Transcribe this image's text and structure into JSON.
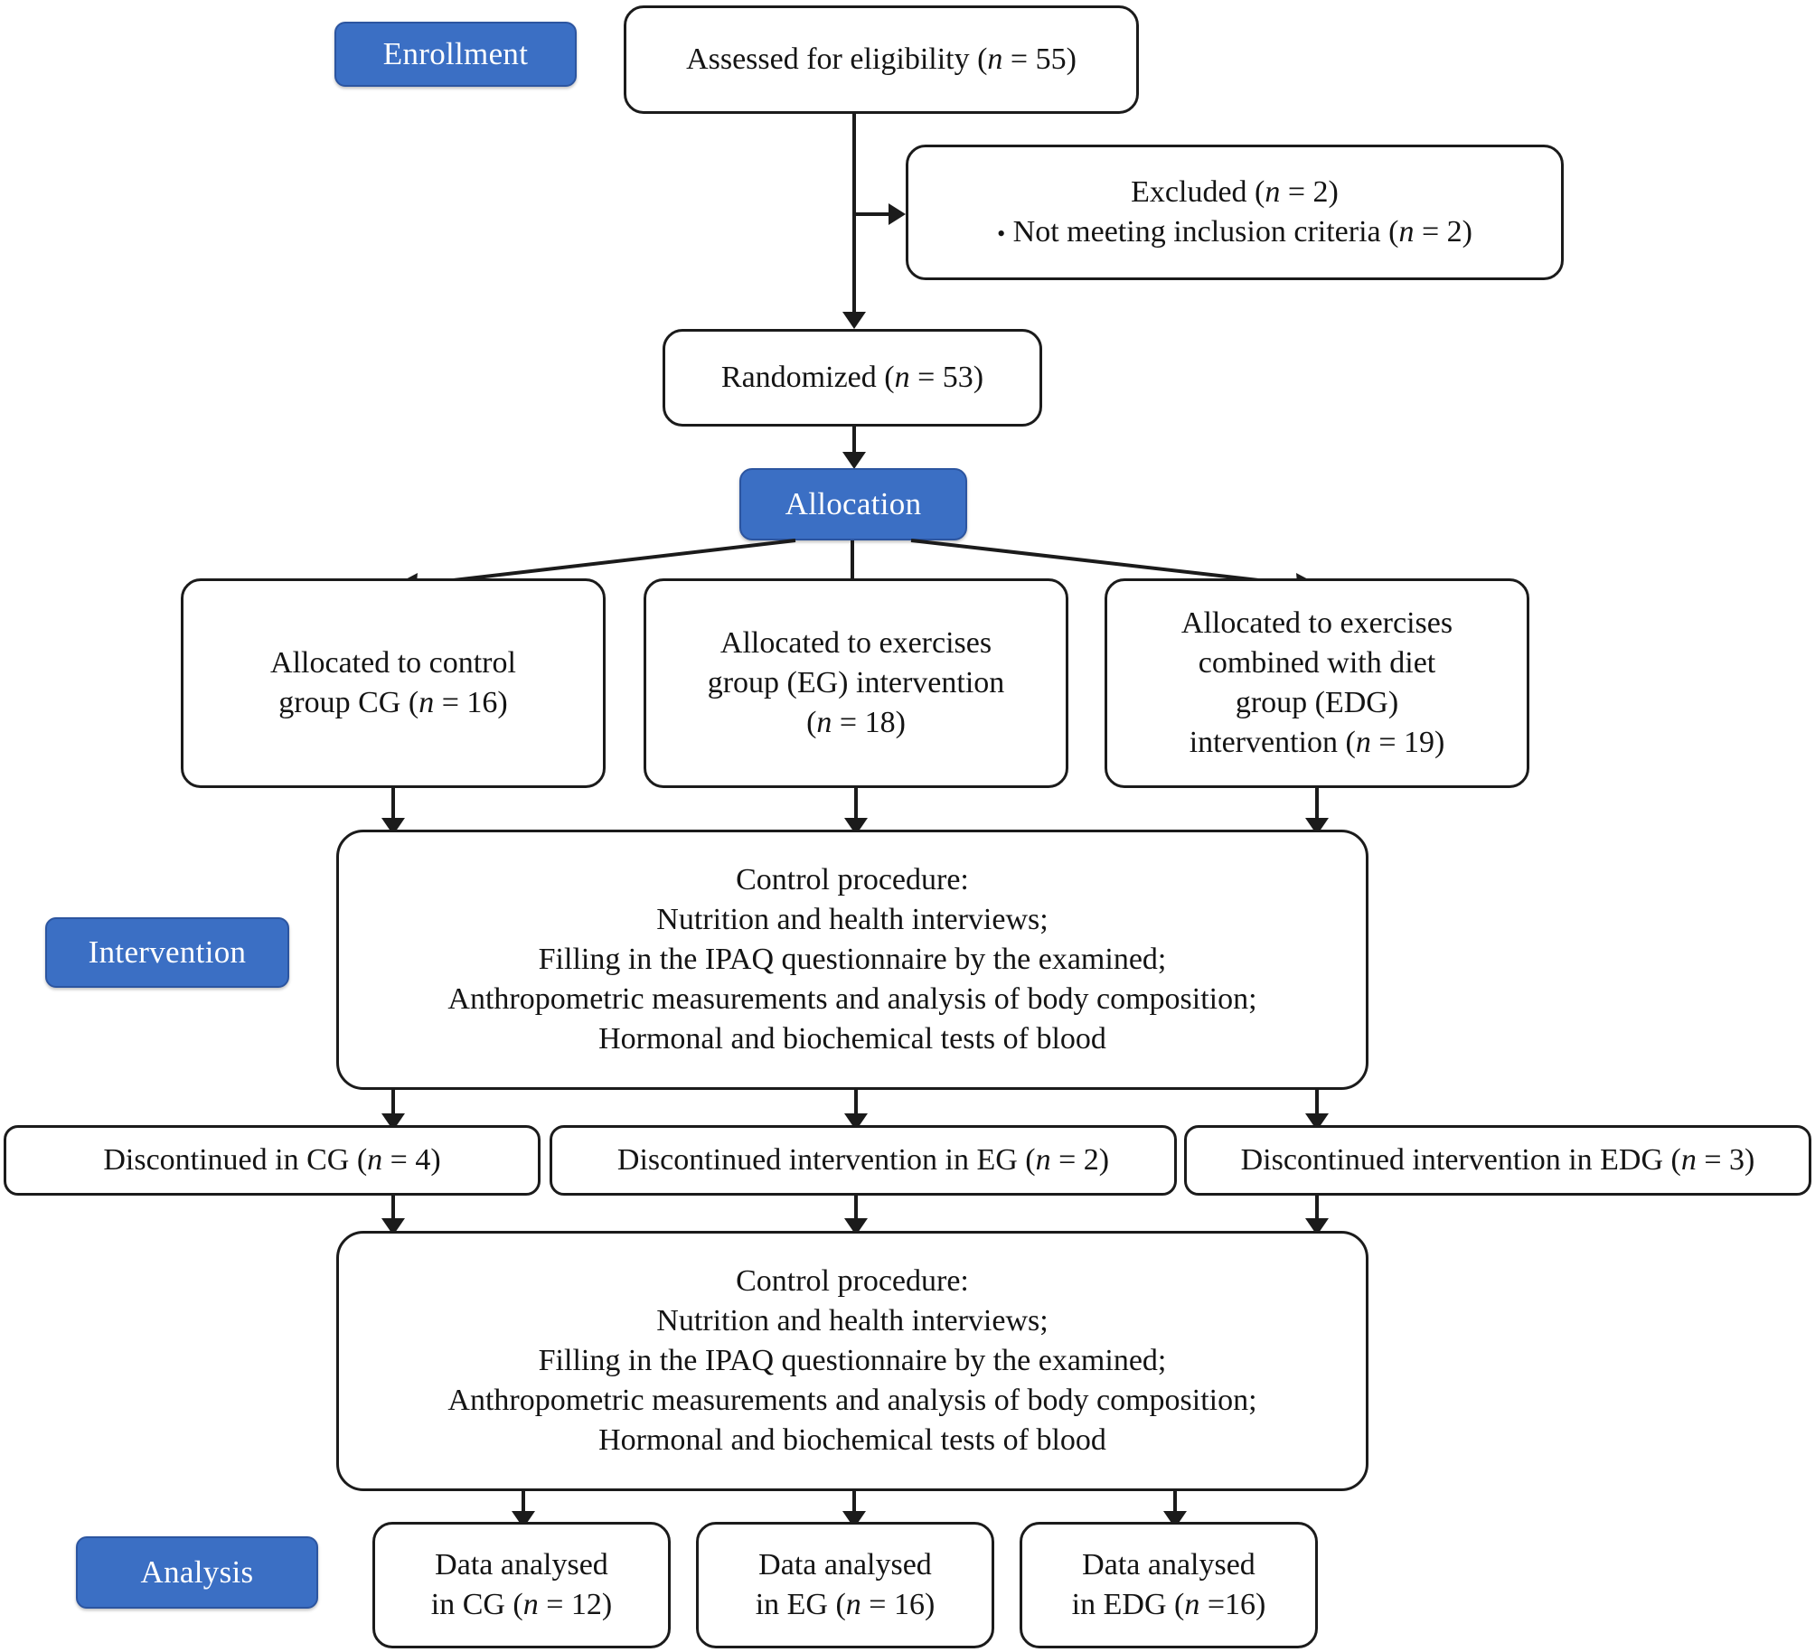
{
  "diagram": {
    "title": "CONSORT participant flow diagram",
    "accent_color": "#3B6FC4",
    "border_color": "#1B1B1B",
    "background": "#FFFFFF"
  },
  "stage_badges": {
    "enrollment": "Enrollment",
    "allocation": "Allocation",
    "intervention": "Intervention",
    "analysis": "Analysis"
  },
  "nodes": {
    "assessed": {
      "line1_pre": "Assessed for eligibility (",
      "line1_n": "n",
      "line1_post": " = 55)"
    },
    "excluded": {
      "heading_pre": "Excluded (",
      "heading_n": "n",
      "heading_post": " = 2)",
      "bullet_dot": "•",
      "bullet_pre": "Not meeting inclusion criteria (",
      "bullet_n": "n",
      "bullet_post": " = 2)"
    },
    "randomized": {
      "pre": "Randomized (",
      "n": "n",
      "post": " = 53)"
    },
    "alloc_cg": {
      "l1": "Allocated to control",
      "l2_pre": "group CG (",
      "l2_n": "n",
      "l2_post": " = 16)"
    },
    "alloc_eg": {
      "l1": "Allocated to exercises",
      "l2": "group (EG) intervention",
      "l3_pre": "(",
      "l3_n": "n",
      "l3_post": " = 18)"
    },
    "alloc_edg": {
      "l1": "Allocated to exercises",
      "l2": "combined with diet",
      "l3": "group (EDG)",
      "l4_pre": "intervention (",
      "l4_n": "n",
      "l4_post": " = 19)"
    },
    "control_procedure_1": {
      "l1": "Control procedure:",
      "l2": "Nutrition and health interviews;",
      "l3": "Filling in the IPAQ questionnaire by the examined;",
      "l4": "Anthropometric measurements and analysis of body composition;",
      "l5": "Hormonal and biochemical tests of blood"
    },
    "discont_cg": {
      "pre": "Discontinued in CG (",
      "n": "n",
      "post": " = 4)"
    },
    "discont_eg": {
      "pre": "Discontinued intervention in EG (",
      "n": "n",
      "post": " = 2)"
    },
    "discont_edg": {
      "pre": "Discontinued intervention in EDG (",
      "n": "n",
      "post": " = 3)"
    },
    "control_procedure_2": {
      "l1": "Control procedure:",
      "l2": "Nutrition and health interviews;",
      "l3": "Filling in the IPAQ questionnaire by the examined;",
      "l4": "Anthropometric measurements and analysis of body composition;",
      "l5": "Hormonal and biochemical tests of blood"
    },
    "analysed_cg": {
      "l1": "Data analysed",
      "l2_pre": "in CG (",
      "l2_n": "n",
      "l2_post": " = 12)"
    },
    "analysed_eg": {
      "l1": "Data analysed",
      "l2_pre": "in EG (",
      "l2_n": "n",
      "l2_post": " = 16)"
    },
    "analysed_edg": {
      "l1": "Data analysed",
      "l2_pre": "in EDG (",
      "l2_n": "n",
      "l2_post": " =16)"
    }
  },
  "chart_data": {
    "type": "diagram",
    "title": "CONSORT flow of participants",
    "stages": [
      "Enrollment",
      "Allocation",
      "Intervention",
      "Analysis"
    ],
    "counts": {
      "assessed_for_eligibility": 55,
      "excluded_total": 2,
      "excluded_not_meeting_inclusion_criteria": 2,
      "randomized": 53,
      "allocated_CG": 16,
      "allocated_EG": 18,
      "allocated_EDG": 19,
      "discontinued_CG": 4,
      "discontinued_EG": 2,
      "discontinued_EDG": 3,
      "analysed_CG": 12,
      "analysed_EG": 16,
      "analysed_EDG": 16
    }
  }
}
